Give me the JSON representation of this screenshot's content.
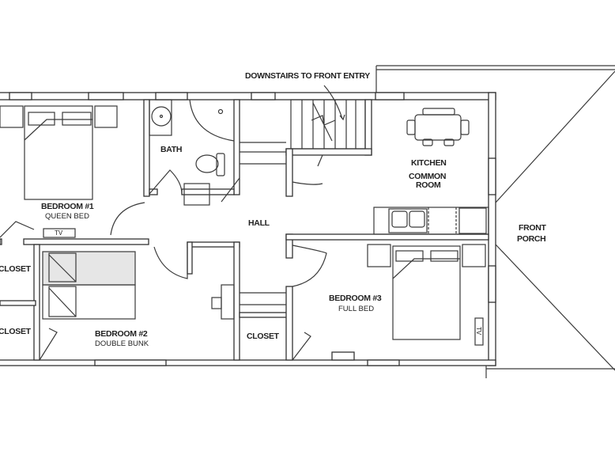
{
  "labels": {
    "stairs_note": "DOWNSTAIRS TO FRONT ENTRY",
    "bath": "BATH",
    "bedroom1": "BEDROOM #1",
    "bedroom1_sub": "QUEEN BED",
    "tv1": "TV",
    "hall": "HALL",
    "kitchen": "KITCHEN",
    "common": "COMMON",
    "room": "ROOM",
    "front": "FRONT",
    "porch": "PORCH",
    "closet1": "CLOSET",
    "closet2": "CLOSET",
    "bedroom2": "BEDROOM #2",
    "bedroom2_sub": "DOUBLE BUNK",
    "closet3": "CLOSET",
    "bedroom3": "BEDROOM #3",
    "bedroom3_sub": "FULL BED",
    "tv2": "TV"
  }
}
